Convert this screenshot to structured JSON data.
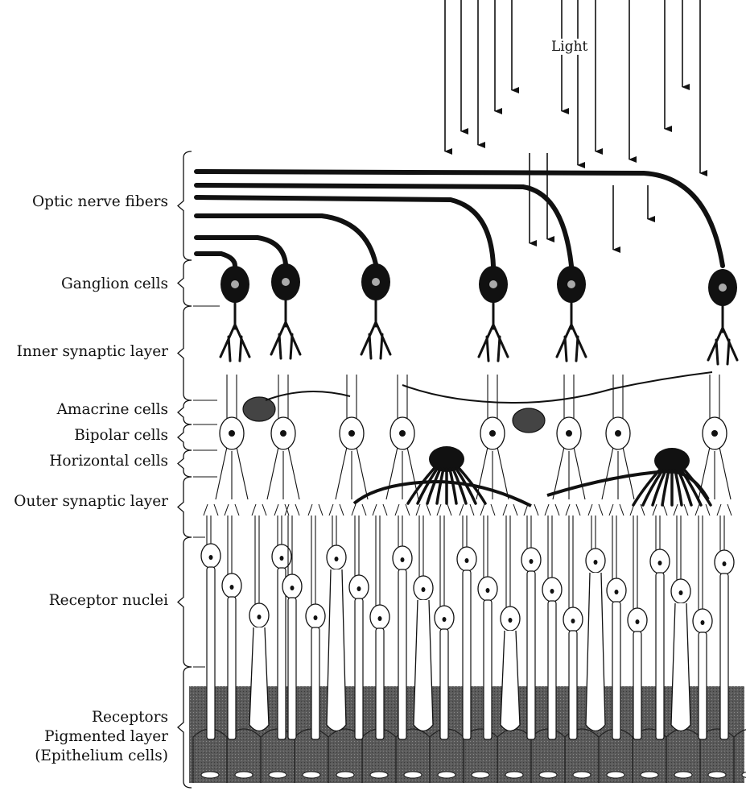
{
  "light_label": "Light",
  "layers": {
    "optic_nerve_fibers": "Optic nerve fibers",
    "ganglion_cells": "Ganglion cells",
    "inner_synaptic_layer": "Inner synaptic layer",
    "amacrine_cells": "Amacrine cells",
    "bipolar_cells": "Bipolar cells",
    "horizontal_cells": "Horizontal cells",
    "outer_synaptic_layer": "Outer synaptic layer",
    "receptor_nuclei": "Receptor nuclei",
    "receptors": "Receptors",
    "pigmented_layer": "Pigmented layer",
    "epithelium_cells": "(Epithelium cells)"
  },
  "colors": {
    "ink": "#111111",
    "pigment": "#555555",
    "background": "#ffffff"
  }
}
